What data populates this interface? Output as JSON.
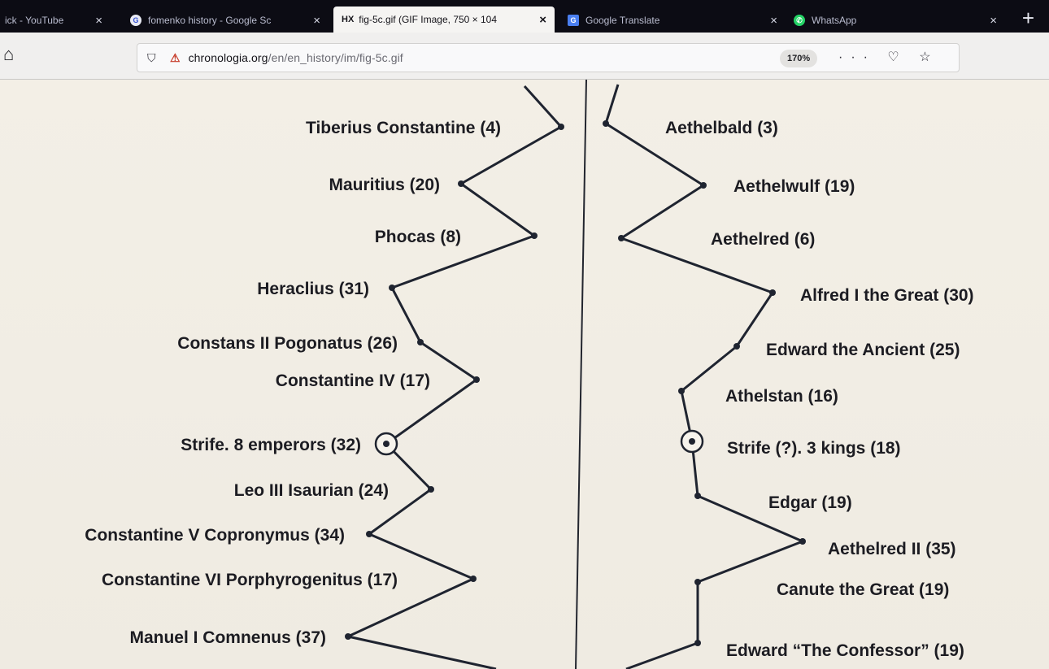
{
  "tabs": [
    {
      "title": "ick - YouTube",
      "icon": "youtube-icon",
      "active": false
    },
    {
      "title": "fomenko history - Google Sc",
      "icon": "google-icon",
      "active": false
    },
    {
      "title": "fig-5c.gif (GIF Image, 750 × 104",
      "icon": "hx-icon",
      "active": true
    },
    {
      "title": "Google Translate",
      "icon": "translate-icon",
      "active": false
    },
    {
      "title": "WhatsApp",
      "icon": "whatsapp-icon",
      "active": false
    }
  ],
  "tab_close_glyph": "×",
  "new_tab_glyph": "+",
  "hx_glyph": "HX",
  "home_icon": "⌂",
  "url": {
    "domain": "chronologia.org",
    "path": "/en/en_history/im/fig-5c.gif"
  },
  "zoom": "170%",
  "page_actions": "··· ♡ ☆",
  "diagram": {
    "left_series": [
      {
        "name": "Tiberius Constantine",
        "years": "(4)"
      },
      {
        "name": "Mauritius",
        "years": "(20)"
      },
      {
        "name": "Phocas",
        "years": "(8)"
      },
      {
        "name": "Heraclius",
        "years": "(31)"
      },
      {
        "name": "Constans II Pogonatus",
        "years": "(26)"
      },
      {
        "name": "Constantine IV",
        "years": "(17)"
      },
      {
        "name": "Strife. 8 emperors",
        "years": "(32)"
      },
      {
        "name": "Leo III Isaurian",
        "years": "(24)"
      },
      {
        "name": "Constantine V Copronymus",
        "years": "(34)"
      },
      {
        "name": "Constantine VI Porphyrogenitus",
        "years": "(17)"
      },
      {
        "name": "Manuel I Comnenus",
        "years": "(37)"
      }
    ],
    "right_series": [
      {
        "name": "Aethelbald",
        "years": "(3)"
      },
      {
        "name": "Aethelwulf",
        "years": "(19)"
      },
      {
        "name": "Aethelred",
        "years": "(6)"
      },
      {
        "name": "Alfred I the Great",
        "years": "(30)"
      },
      {
        "name": "Edward the Ancient",
        "years": "(25)"
      },
      {
        "name": "Athelstan",
        "years": "(16)"
      },
      {
        "name": "Strife (?). 3 kings",
        "years": "(18)"
      },
      {
        "name": "Edgar",
        "years": "(19)"
      },
      {
        "name": "Aethelred II",
        "years": "(35)"
      },
      {
        "name": "Canute the Great",
        "years": "(19)"
      },
      {
        "name": "Edward “The Confessor”",
        "years": "(19)"
      }
    ]
  },
  "colors": {
    "ink": "#1f2430",
    "paper": "#f3efe6",
    "tabbar": "#0c0c14"
  }
}
